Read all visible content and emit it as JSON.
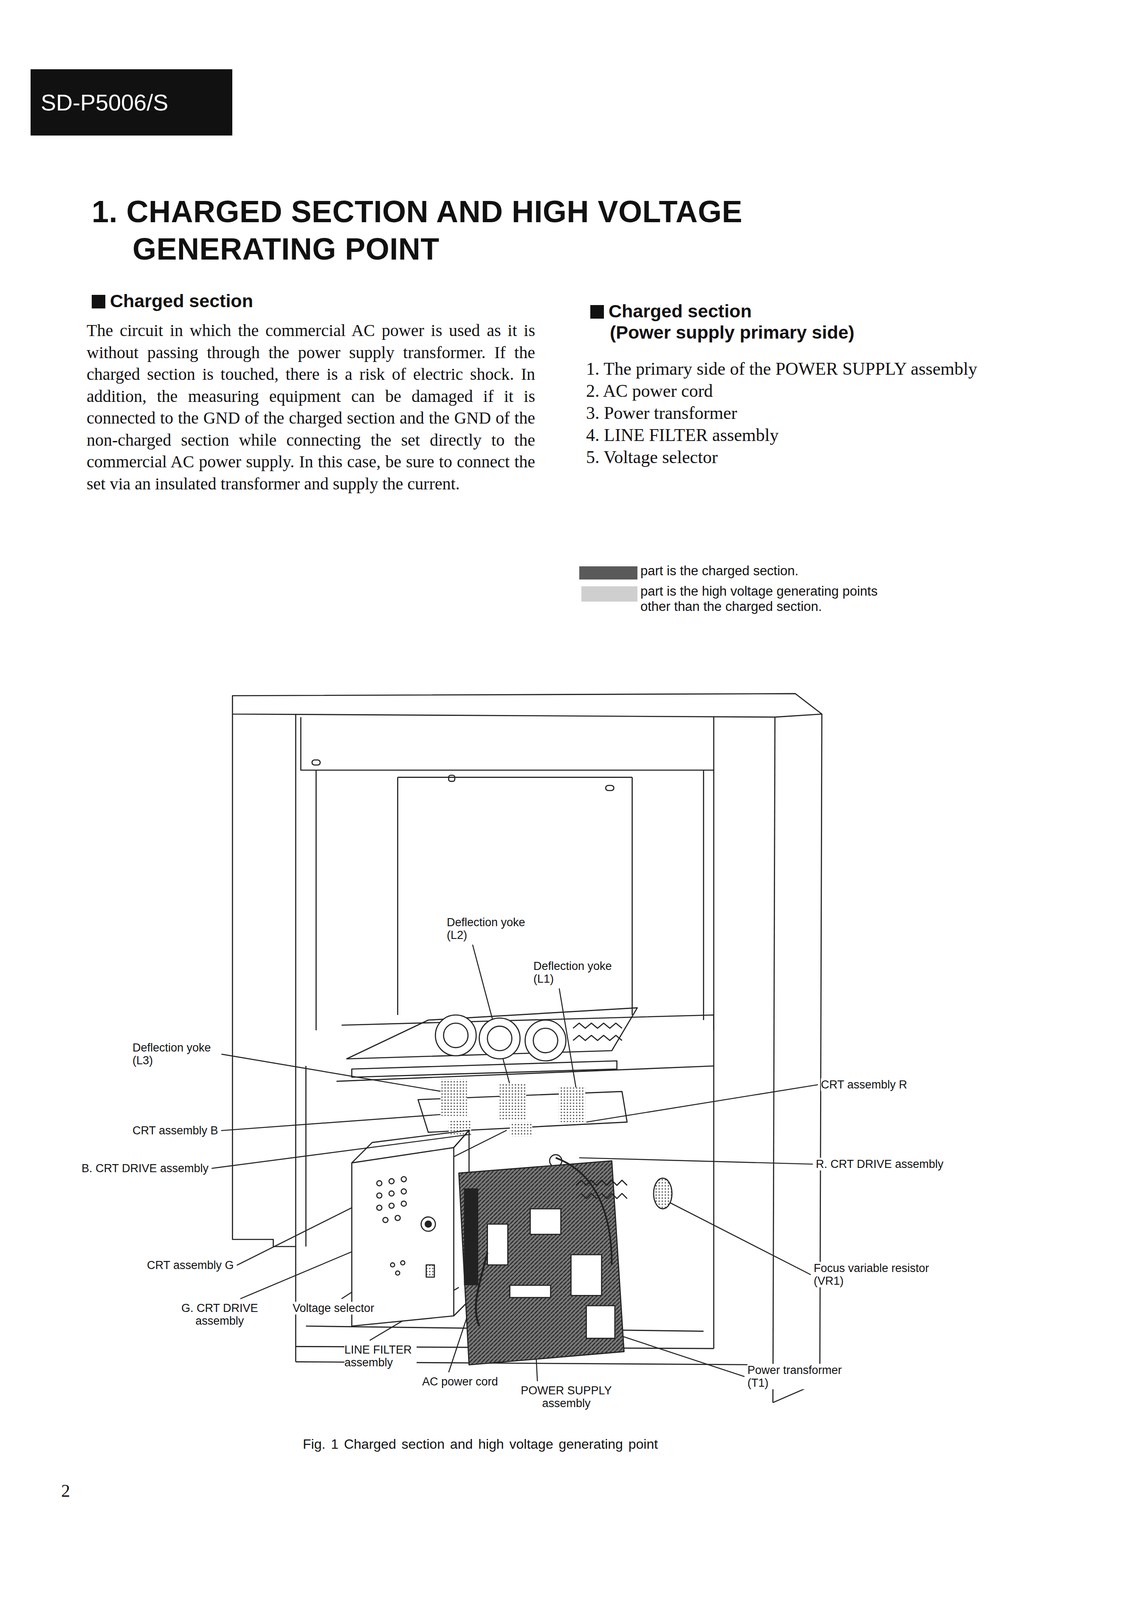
{
  "diagram": {
    "title": "1. CHARGED SECTION AND HIGH VOLTAGE GENERATING POINT",
    "caption": "Fig. 1 Charged section and high voltage generating point",
    "nodes": [
      {
        "text": [
          "SD-P5006/S"
        ]
      }
    ],
    "labels": [
      "Charged section",
      "The circuit in which the commercial AC power is used as it is without passing through the power supply transformer. If the charged section is touched, there is a risk of electric shock. In addition, the measuring equipment can be damaged if it is connected to the GND of the charged section and the GND of the non-charged section while connecting the set directly to the commercial AC power supply. In this case, be sure to connect the set via an insulated transformer and supply the current.",
      "Charged section",
      "(Power supply primary side)",
      "1. The primary side of the POWER SUPPLY assembly",
      "2. AC power cord",
      "3. Power transformer",
      "4. LINE FILTER assembly",
      "5. Voltage selector",
      "Deflection yoke (L2)",
      "Deflection yoke (L1)",
      "Deflection yoke (L3)",
      "CRT assembly R",
      "CRT assembly B",
      "B. CRT DRIVE assembly",
      "R. CRT DRIVE assembly",
      "Focus variable resistor (VR1)",
      "CRT assembly G",
      "G. CRT DRIVE assembly",
      "Voltage selector",
      "LINE FILTER assembly",
      "AC power cord",
      "POWER SUPPLY assembly",
      "Power transformer (T1)",
      "2"
    ],
    "legend": [
      {
        "text": "part is the charged section.",
        "color": "#5a5a5a"
      },
      {
        "text": "part is the high voltage generating points other than the charged section.",
        "color": "#cfcfcf"
      }
    ]
  }
}
